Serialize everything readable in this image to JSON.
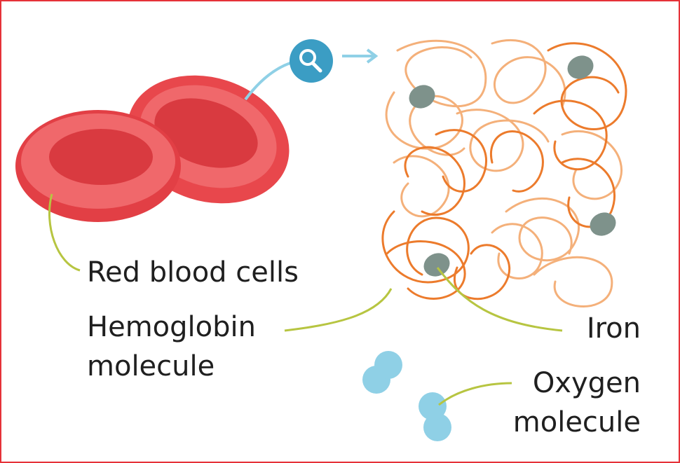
{
  "colors": {
    "border": "#e53238",
    "cell_outer": "#e8474c",
    "cell_rim": "#f0686b",
    "cell_inner": "#d93a40",
    "strand_light": "#f4b07a",
    "strand_dark": "#ec7b2c",
    "iron": "#7e928b",
    "oxygen": "#8fd0e6",
    "magnifier": "#3b9dc4",
    "leader": "#b7c541"
  },
  "icons": {
    "magnifier": "magnifier-icon",
    "arrow": "arrow-right-icon"
  },
  "labels": {
    "red_blood_cells": "Red blood cells",
    "hemoglobin_line1": "Hemoglobin",
    "hemoglobin_line2": "molecule",
    "iron": "Iron",
    "oxygen_line1": "Oxygen",
    "oxygen_line2": "molecule"
  }
}
